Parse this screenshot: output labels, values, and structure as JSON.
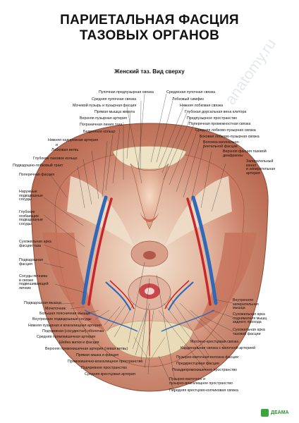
{
  "title_line1": "ПАРИЕТАЛЬНАЯ ФАСЦИЯ",
  "title_line2": "ТАЗОВЫХ ОРГАНОВ",
  "subtitle": "Женский таз. Вид сверху",
  "labels_top_left": [
    "Пупочная предпузырная связка",
    "Средняя пупочная связка",
    "Мочевой пузырь и пузырная фасция",
    "Прямая мышца живота",
    "Верхняя пузырная артерия",
    "Пограничная линия таза",
    "Бедренное кольцо",
    "Нижняя надчревная артерия",
    "и",
    "Лобковая ветвь",
    "Глубокое паховое кольцо",
    "Подвздошно-лобковый тракт"
  ],
  "labels_top_right": [
    "Срединная пупочная связка",
    "Лобковый симфиз",
    "Нижняя лобковая связка",
    "Глубокая дорсальная вена клитора",
    "Предпузырное пространство",
    "Поперечная промежностная связка",
    "Средняя лобково-пузырная связка",
    "Боковая лобково-пузырная связка",
    "Волокна вагинально-\nректальной фасции",
    "Верхняя фасция тазовой\nдиафрагмы",
    "Запирательный\nканал\nи запирательная\nартерия"
  ],
  "labels_left": [
    "Поперечная фасция",
    "Наружные\nподвздошные\nсосуды",
    "Глубокие\nогибающие\nподвздошные\nсосуды",
    "Сухожильная арка\nфасции таза",
    "Подвздошная\nфасция",
    "Сосуды яичника\nв связке\nподвешивающей\nяичник",
    "Подвздошная мышца",
    "Мочеточник",
    "Большая поясничная мышца",
    "Внутренние подвздошные сосуды",
    "Нижняя пузырная и влагалищная артерия",
    "Подчревная (сосудистая) оболочка",
    "Средняя прямокишечная артерия"
  ],
  "labels_right": [
    "Внутренняя\nзапирательная\nмышца",
    "Сухожильная арка\nподнимателя мышц\nзаднего прохода",
    "Сухожильная арка\nтазовой фасции",
    "Маточно-крестцовая связка",
    "Кардинальная связка с маточной артерией",
    "Пузырно-маточная волокна фасции",
    "Предкрестцовая фасция",
    "Позадипрямокишечное пространство"
  ],
  "labels_bottom": [
    "Шейка матки и фасция",
    "Верхняя прямокишечная артерия (левая ветвь)",
    "Прямая кишка и фасция",
    "Прямокишечно-влагалищное пространство",
    "Подчревное пространство",
    "Средняя крестцовая артерия",
    "Пузырно-маточное и\nпузырно-влагалищное пространство",
    "Передняя крестцово-копчиковая связка"
  ],
  "watermark": "anatomy.ru",
  "logo_text": "ДЕАМА",
  "colors": {
    "background": "#ffffff",
    "tissue_pink": "#d98a72",
    "fascia_light": "#e9dcc8",
    "vein_blue": "#2f69b8",
    "artery_red": "#c8262b",
    "bone": "#efe3c6",
    "brand_green": "#3aa63d"
  }
}
